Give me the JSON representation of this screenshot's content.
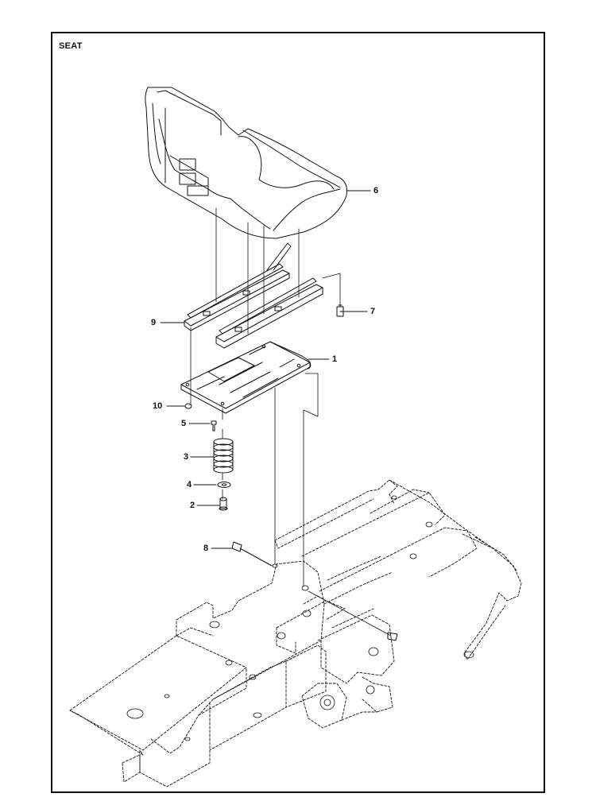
{
  "title": "SEAT",
  "callouts": [
    {
      "id": "6",
      "label": "6"
    },
    {
      "id": "7",
      "label": "7"
    },
    {
      "id": "9",
      "label": "9"
    },
    {
      "id": "1",
      "label": "1"
    },
    {
      "id": "10",
      "label": "10"
    },
    {
      "id": "5",
      "label": "5"
    },
    {
      "id": "3",
      "label": "3"
    },
    {
      "id": "4",
      "label": "4"
    },
    {
      "id": "2",
      "label": "2"
    },
    {
      "id": "8",
      "label": "8"
    }
  ],
  "colors": {
    "line": "#111111",
    "background": "#ffffff"
  }
}
